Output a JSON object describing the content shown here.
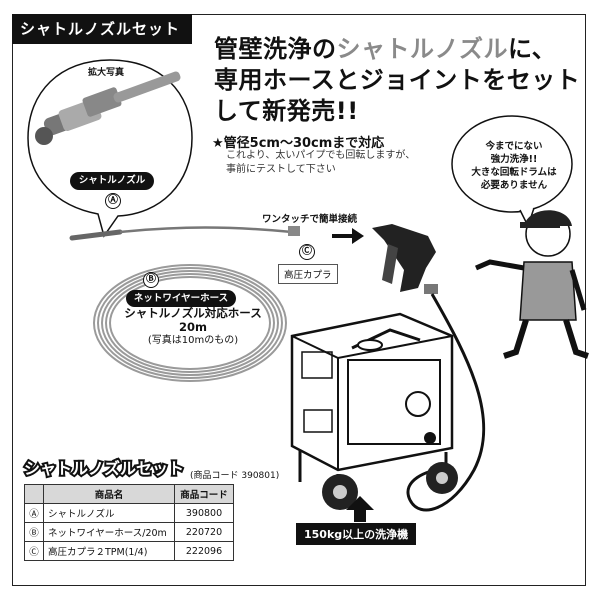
{
  "set_label": "シャトルノズルセット",
  "headline": {
    "line1_a": "管壁洗浄の",
    "line1_hl": "シャトルノズル",
    "line1_b": "に、",
    "line2": "専用ホースとジョイントをセット",
    "line3": "して新発売!!"
  },
  "spec": "★管径5cm〜30cmまで対応",
  "note_line1": "これより、太いパイプでも回転しますが、",
  "note_line2": "事前にテストして下さい",
  "zoom_label": "拡大写真",
  "nozzle_label": "シャトルノズル",
  "mark_a": "Ⓐ",
  "mark_b": "Ⓑ",
  "mark_c": "Ⓒ",
  "bubble": {
    "line1": "今までにない",
    "line2": "強力洗浄!!",
    "line3": "大きな回転ドラムは",
    "line4": "必要ありません"
  },
  "onetouch": "ワンタッチで簡単接続",
  "coupler_label": "高圧カプラ",
  "hose_label": "ネットワイヤーホース",
  "hose_desc1": "シャトルノズル対応ホース",
  "hose_desc2": "20m",
  "hose_desc3": "(写真は10mのもの)",
  "table_title": "シャトルノズルセット",
  "code_note": "(商品コード 390801)",
  "table": {
    "headers": [
      "商品名",
      "商品コード"
    ],
    "rows": [
      {
        "mark": "Ⓐ",
        "name": "シャトルノズル",
        "code": "390800"
      },
      {
        "mark": "Ⓑ",
        "name": "ネットワイヤーホース/20m",
        "code": "220720"
      },
      {
        "mark": "Ⓒ",
        "name": "高圧カプラ２TPM(1/4)",
        "code": "222096"
      }
    ]
  },
  "washer_label": "150kg以上の洗浄機",
  "colors": {
    "highlight": "#8a8a8a",
    "ink": "#111111"
  }
}
